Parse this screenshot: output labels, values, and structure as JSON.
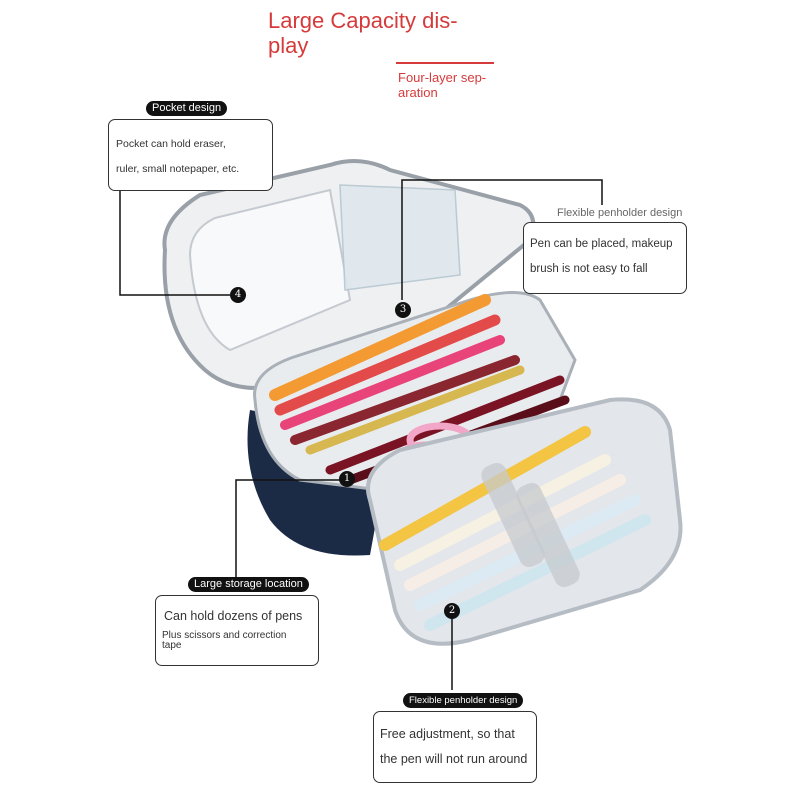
{
  "header": {
    "title": "Large Capacity dis-\nplay",
    "subtitle": "Four-layer sep-\naration"
  },
  "callouts": [
    {
      "number": "4",
      "tag": "Pocket design",
      "line1": "Pocket can hold eraser,",
      "line2": "ruler, small notepaper, etc."
    },
    {
      "number": "3",
      "tag": "Flexible penholder design",
      "line1": "Pen can be placed, makeup",
      "line2": "brush is not easy to fall"
    },
    {
      "number": "1",
      "tag": "Large storage location",
      "line1": "Can hold dozens of pens",
      "line2": "Plus scissors and correction\ntape"
    },
    {
      "number": "2",
      "tag": "Flexible penholder design",
      "line1": "Free adjustment, so that",
      "line2": "the pen will not run around"
    }
  ],
  "colors": {
    "accent_red": "#d63a3a",
    "case_navy": "#1c2b45",
    "lining": "#e8ebee"
  }
}
